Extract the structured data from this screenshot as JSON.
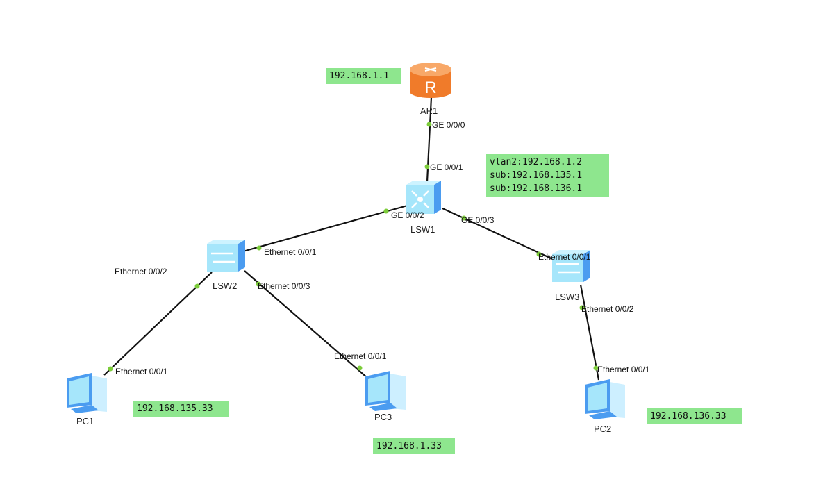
{
  "devices": {
    "ar1": {
      "name": "AR1",
      "icon": "router-icon",
      "color": "#f08a3c"
    },
    "lsw1": {
      "name": "LSW1",
      "icon": "layer3-switch-icon",
      "color": "#7fd6f5"
    },
    "lsw2": {
      "name": "LSW2",
      "icon": "switch-icon",
      "color": "#7fd6f5"
    },
    "lsw3": {
      "name": "LSW3",
      "icon": "switch-icon",
      "color": "#7fd6f5"
    },
    "pc1": {
      "name": "PC1",
      "icon": "pc-icon"
    },
    "pc2": {
      "name": "PC2",
      "icon": "pc-icon"
    },
    "pc3": {
      "name": "PC3",
      "icon": "pc-icon"
    }
  },
  "ports": {
    "ar1_ge000": "GE 0/0/0",
    "lsw1_ge001": "GE 0/0/1",
    "lsw1_ge002": "GE 0/0/2",
    "lsw1_ge003": "GE 0/0/3",
    "lsw2_eth001": "Ethernet 0/0/1",
    "lsw2_eth002": "Ethernet 0/0/2",
    "lsw2_eth003": "Ethernet 0/0/3",
    "pc1_eth001": "Ethernet 0/0/1",
    "pc3_eth001": "Ethernet 0/0/1",
    "lsw3_eth001": "Ethernet 0/0/1",
    "lsw3_eth002": "Ethernet 0/0/2",
    "pc2_eth001": "Ethernet 0/0/1"
  },
  "notes": {
    "ar1_ip": "192.168.1.1",
    "lsw1_ips": [
      "vlan2:192.168.1.2",
      "sub:192.168.135.1",
      "sub:192.168.136.1"
    ],
    "pc1_ip": "192.168.135.33",
    "pc3_ip": "192.168.1.33",
    "pc2_ip": "192.168.136.33"
  },
  "colors": {
    "note_bg": "#8ee68e",
    "port_dot": "#7ccc3a",
    "link": "#111111"
  }
}
